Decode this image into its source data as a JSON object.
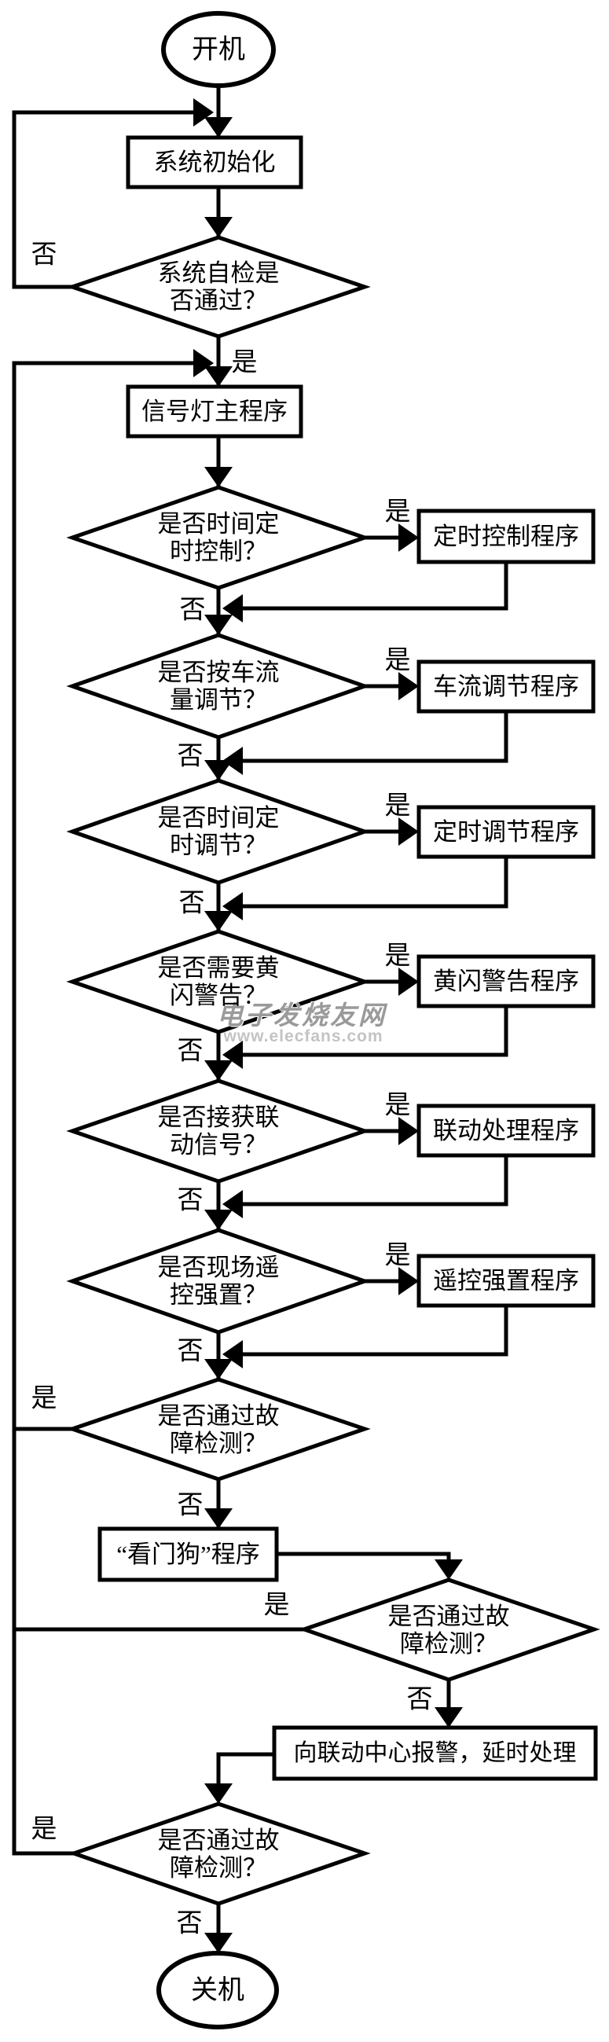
{
  "page": {
    "background": "#ffffff",
    "ink": "#000000",
    "watermark_gray": "#9a9a9a"
  },
  "watermark": {
    "site_name": "电子发烧友网",
    "site_url": "www.elecfans.com"
  },
  "labels": {
    "yes": "是",
    "no": "否"
  },
  "terminals": {
    "start": "开机",
    "end": "关机"
  },
  "processes": {
    "init": "系统初始化",
    "main": "信号灯主程序",
    "timer_control": "定时控制程序",
    "flow_adjust": "车流调节程序",
    "timer_adjust": "定时调节程序",
    "yellow_flash": "黄闪警告程序",
    "linkage": "联动处理程序",
    "remote_force": "遥控强置程序",
    "watchdog": "“看门狗”程序",
    "alarm": "向联动中心报警，延时处理"
  },
  "decisions": {
    "self_check": "系统自检是\n否通过？",
    "timer_control_q": "是否时间定\n时控制？",
    "flow_adjust_q": "是否按车流\n量调节？",
    "timer_adjust_q": "是否时间定\n时调节？",
    "yellow_flash_q": "是否需要黄\n闪警告？",
    "linkage_q": "是否接获联\n动信号？",
    "remote_q": "是否现场遥\n控强置？",
    "fault_check_1": "是否通过故\n障检测？",
    "fault_check_2": "是否通过故\n障检测？",
    "fault_check_3": "是否通过故\n障检测？"
  }
}
